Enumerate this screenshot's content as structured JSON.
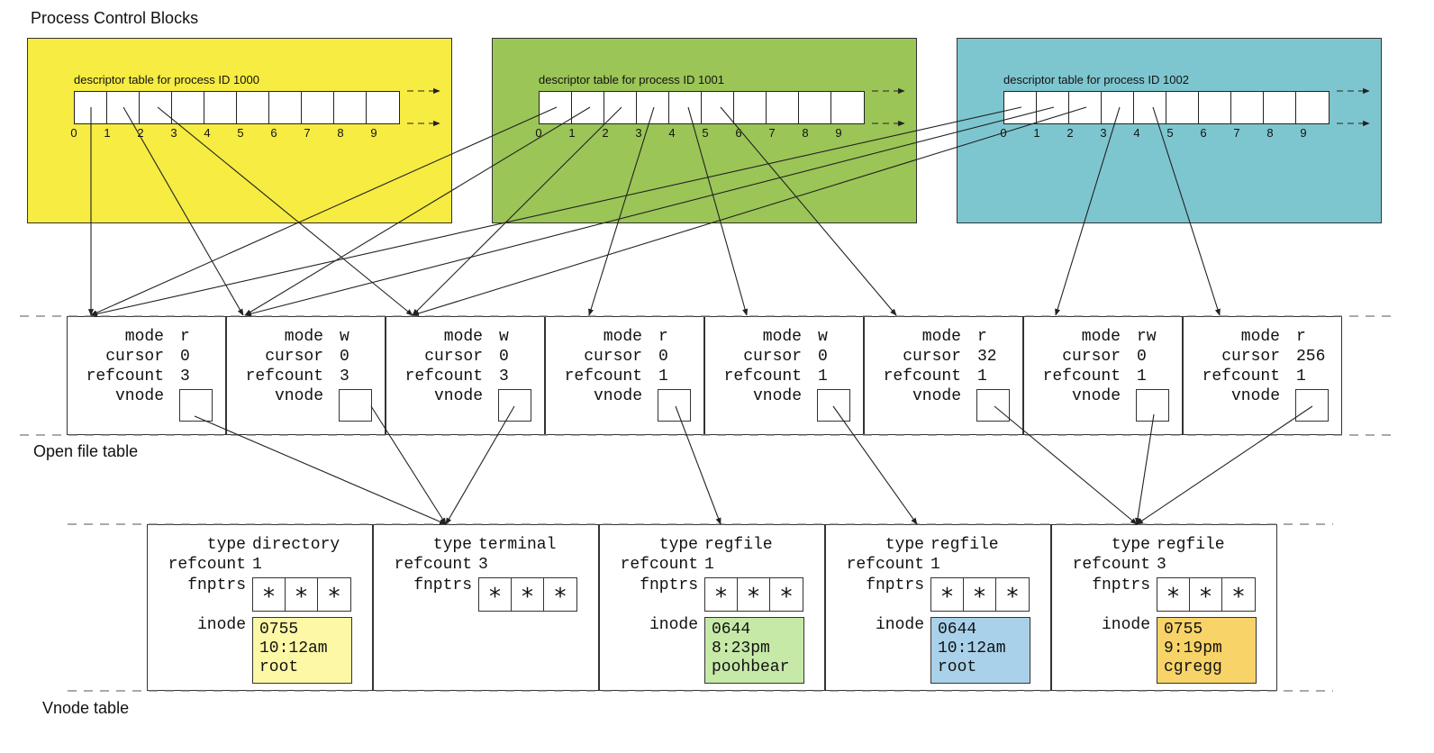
{
  "labels": {
    "pcb": "Process Control Blocks",
    "open_file_table": "Open file table",
    "vnode_table": "Vnode table"
  },
  "processes": [
    {
      "caption": "descriptor table for process ID 1000",
      "color": "#f6ec42",
      "indices": [
        "0",
        "1",
        "2",
        "3",
        "4",
        "5",
        "6",
        "7",
        "8",
        "9"
      ]
    },
    {
      "caption": "descriptor table for process ID 1001",
      "color": "#9bc557",
      "indices": [
        "0",
        "1",
        "2",
        "3",
        "4",
        "5",
        "6",
        "7",
        "8",
        "9"
      ]
    },
    {
      "caption": "descriptor table for process ID 1002",
      "color": "#7ec6cf",
      "indices": [
        "0",
        "1",
        "2",
        "3",
        "4",
        "5",
        "6",
        "7",
        "8",
        "9"
      ]
    }
  ],
  "open_files": {
    "keys": {
      "mode": "mode",
      "cursor": "cursor",
      "refcount": "refcount",
      "vnode": "vnode"
    },
    "entries": [
      {
        "mode": "r",
        "cursor": "0",
        "refcount": "3"
      },
      {
        "mode": "w",
        "cursor": "0",
        "refcount": "3"
      },
      {
        "mode": "w",
        "cursor": "0",
        "refcount": "3"
      },
      {
        "mode": "r",
        "cursor": "0",
        "refcount": "1"
      },
      {
        "mode": "w",
        "cursor": "0",
        "refcount": "1"
      },
      {
        "mode": "r",
        "cursor": "32",
        "refcount": "1"
      },
      {
        "mode": "rw",
        "cursor": "0",
        "refcount": "1"
      },
      {
        "mode": "r",
        "cursor": "256",
        "refcount": "1"
      }
    ]
  },
  "vnodes": {
    "keys": {
      "type": "type",
      "refcount": "refcount",
      "fnptrs": "fnptrs",
      "inode": "inode"
    },
    "fnptr_symbol": "*",
    "entries": [
      {
        "type": "directory",
        "refcount": "1",
        "inode": [
          "0755",
          "10:12am",
          "root"
        ],
        "inode_color": "#fdf8a6"
      },
      {
        "type": "terminal",
        "refcount": "3",
        "inode": null,
        "inode_color": null
      },
      {
        "type": "regfile",
        "refcount": "1",
        "inode": [
          "0644",
          "8:23pm",
          "poohbear"
        ],
        "inode_color": "#c6e9a8"
      },
      {
        "type": "regfile",
        "refcount": "1",
        "inode": [
          "0644",
          "10:12am",
          "root"
        ],
        "inode_color": "#a9d1ea"
      },
      {
        "type": "regfile",
        "refcount": "3",
        "inode": [
          "0755",
          "9:19pm",
          "cgregg"
        ],
        "inode_color": "#f7d368"
      }
    ]
  }
}
